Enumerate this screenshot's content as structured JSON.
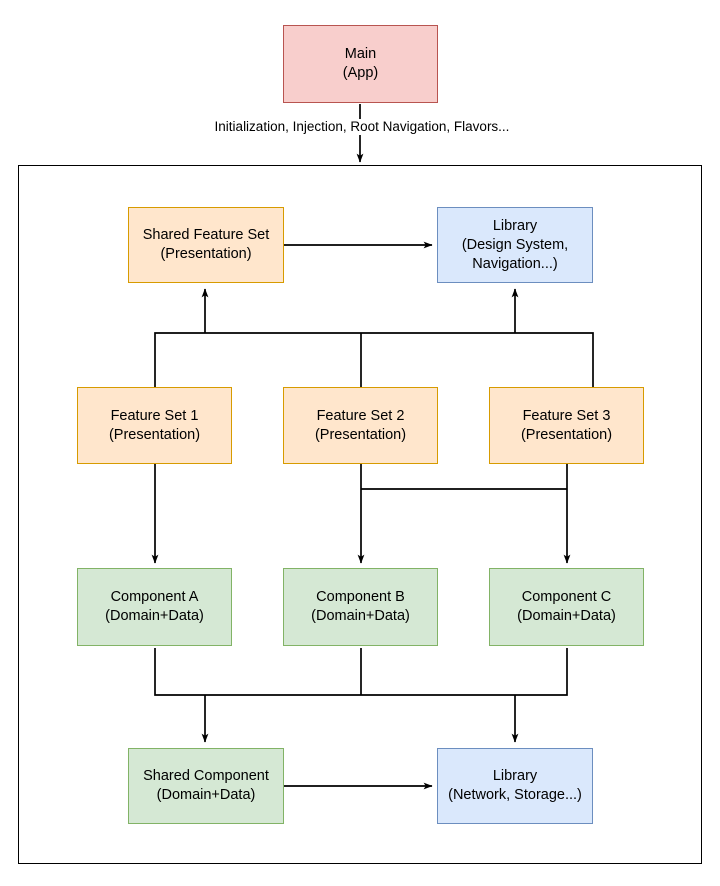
{
  "diagram": {
    "type": "architecture-layer-diagram",
    "background": "#ffffff",
    "palette": {
      "pink_fill": "#f8cecc",
      "pink_stroke": "#b85450",
      "orange_fill": "#ffe6cc",
      "orange_stroke": "#d79b00",
      "blue_fill": "#dae8fc",
      "blue_stroke": "#6c8ebf",
      "green_fill": "#d5e8d4",
      "green_stroke": "#82b366",
      "edge_stroke": "#000000",
      "container_stroke": "#000000"
    },
    "nodes": {
      "main_app": {
        "line1": "Main",
        "line2": "(App)"
      },
      "shared_feature_set": {
        "line1": "Shared Feature Set",
        "line2": "(Presentation)"
      },
      "library_presentation": {
        "line1": "Library",
        "line2": "(Design System,",
        "line3": "Navigation...)"
      },
      "feature_set_1": {
        "line1": "Feature Set 1",
        "line2": "(Presentation)"
      },
      "feature_set_2": {
        "line1": "Feature Set 2",
        "line2": "(Presentation)"
      },
      "feature_set_3": {
        "line1": "Feature Set 3",
        "line2": "(Presentation)"
      },
      "component_a": {
        "line1": "Component A",
        "line2": "(Domain+Data)"
      },
      "component_b": {
        "line1": "Component B",
        "line2": "(Domain+Data)"
      },
      "component_c": {
        "line1": "Component C",
        "line2": "(Domain+Data)"
      },
      "shared_component": {
        "line1": "Shared Component",
        "line2": "(Domain+Data)"
      },
      "library_data": {
        "line1": "Library",
        "line2": "(Network, Storage...)"
      }
    },
    "edges": {
      "main_to_container_label": "Initialization, Injection, Root Navigation, Flavors..."
    }
  }
}
